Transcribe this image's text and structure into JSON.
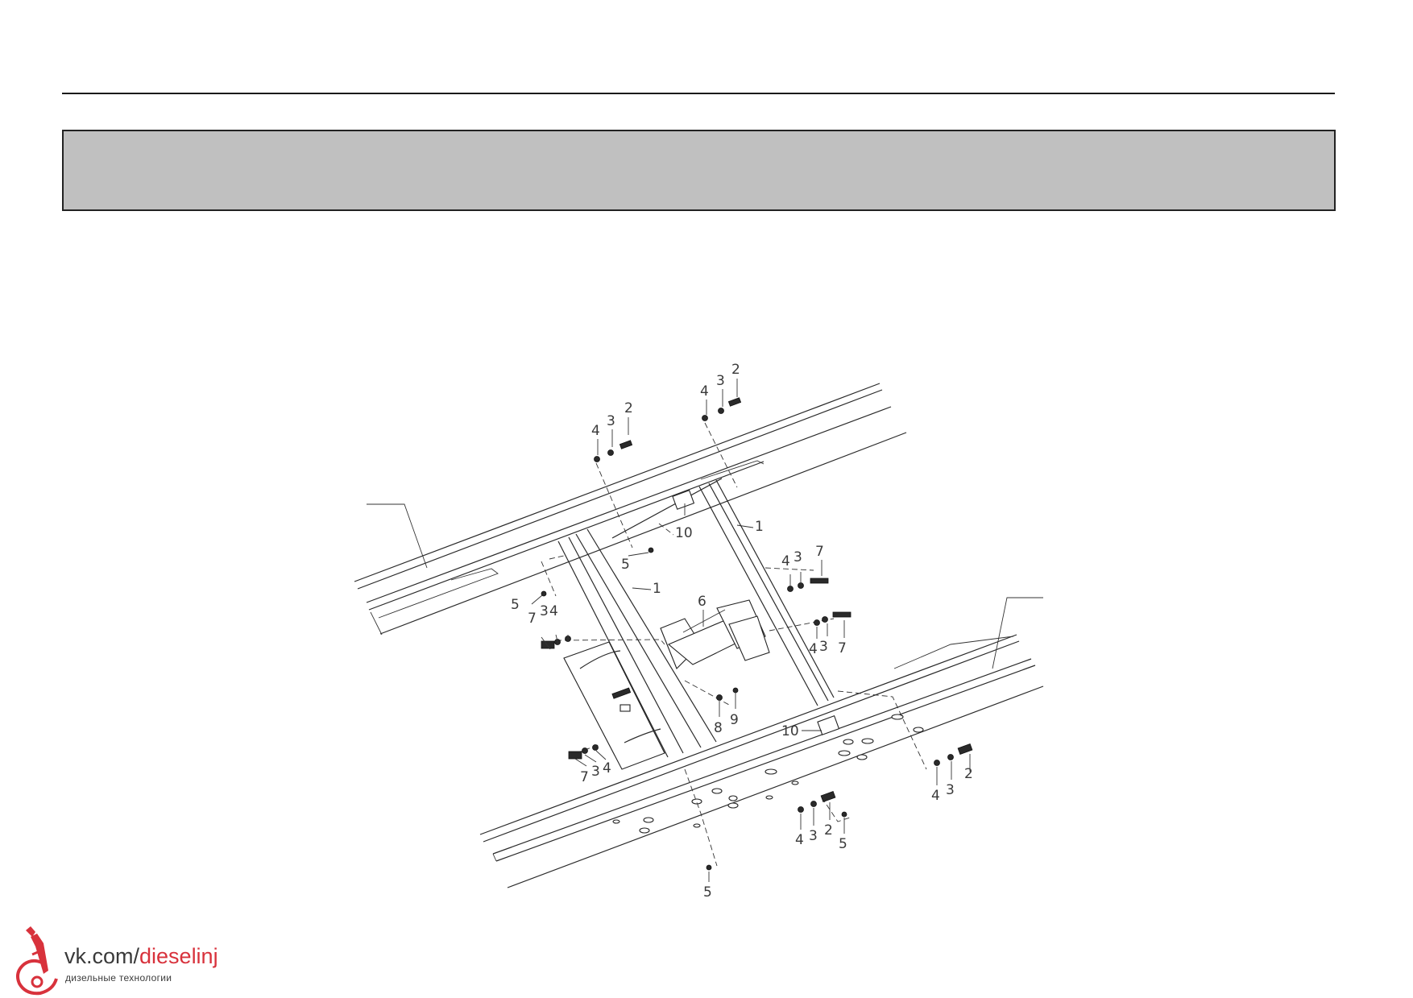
{
  "watermark": {
    "domain": "vk.com/",
    "handle": "dieselinj",
    "subtitle": "дизельные технологии"
  },
  "colors": {
    "title_band": "#c0c0c0",
    "rule": "#1a1a1a",
    "brand_red": "#d8323c"
  },
  "callouts": [
    {
      "label": "2"
    },
    {
      "label": "3"
    },
    {
      "label": "4"
    },
    {
      "label": "2"
    },
    {
      "label": "3"
    },
    {
      "label": "4"
    },
    {
      "label": "10"
    },
    {
      "label": "1"
    },
    {
      "label": "5"
    },
    {
      "label": "1"
    },
    {
      "label": "5"
    },
    {
      "label": "7"
    },
    {
      "label": "3"
    },
    {
      "label": "4"
    },
    {
      "label": "4"
    },
    {
      "label": "3"
    },
    {
      "label": "7"
    },
    {
      "label": "6"
    },
    {
      "label": "4"
    },
    {
      "label": "3"
    },
    {
      "label": "7"
    },
    {
      "label": "8"
    },
    {
      "label": "9"
    },
    {
      "label": "7"
    },
    {
      "label": "3"
    },
    {
      "label": "4"
    },
    {
      "label": "10"
    },
    {
      "label": "4"
    },
    {
      "label": "3"
    },
    {
      "label": "2"
    },
    {
      "label": "4"
    },
    {
      "label": "3"
    },
    {
      "label": "2"
    },
    {
      "label": "5"
    },
    {
      "label": "5"
    }
  ]
}
